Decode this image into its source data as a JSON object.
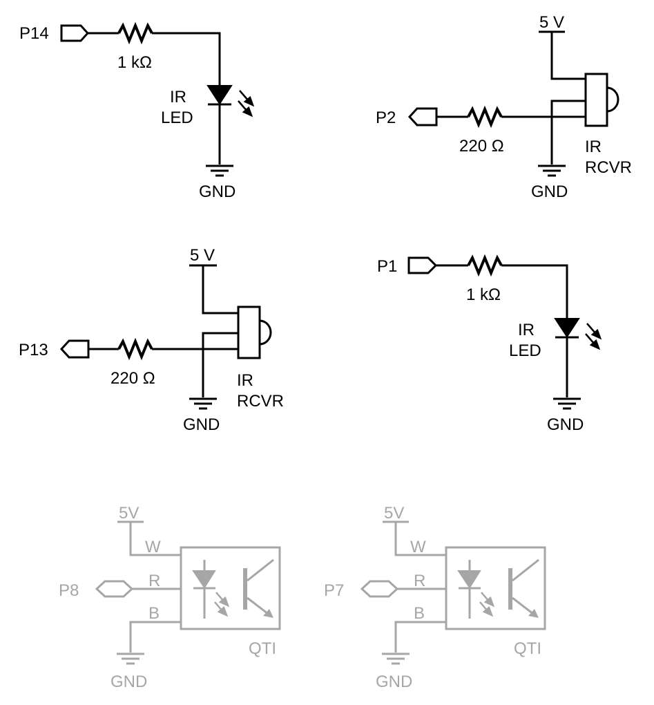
{
  "circuit_p14_ir_led": {
    "pin": "P14",
    "resistor": "1 kΩ",
    "part_label_1": "IR",
    "part_label_2": "LED",
    "ground": "GND"
  },
  "circuit_p2_ir_receiver": {
    "supply": "5 V",
    "pin": "P2",
    "resistor": "220 Ω",
    "part_label_1": "IR",
    "part_label_2": "RCVR",
    "ground": "GND"
  },
  "circuit_p13_ir_receiver": {
    "supply": "5 V",
    "pin": "P13",
    "resistor": "220 Ω",
    "part_label_1": "IR",
    "part_label_2": "RCVR",
    "ground": "GND"
  },
  "circuit_p1_ir_led": {
    "pin": "P1",
    "resistor": "1 kΩ",
    "part_label_1": "IR",
    "part_label_2": "LED",
    "ground": "GND"
  },
  "circuit_p8_qti": {
    "supply": "5V",
    "pin": "P8",
    "wire_w": "W",
    "wire_r": "R",
    "wire_b": "B",
    "part_label": "QTI",
    "ground": "GND"
  },
  "circuit_p7_qti": {
    "supply": "5V",
    "pin": "P7",
    "wire_w": "W",
    "wire_r": "R",
    "wire_b": "B",
    "part_label": "QTI",
    "ground": "GND"
  },
  "colors": {
    "active_circuit": "#000000",
    "inactive_circuit": "#a6a6a6"
  }
}
